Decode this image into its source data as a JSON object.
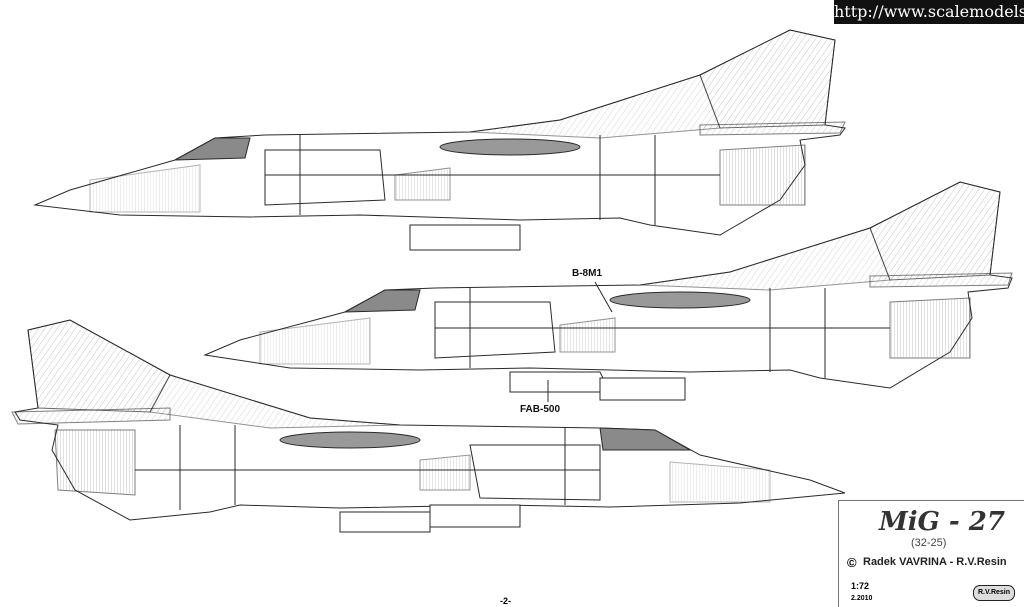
{
  "header": {
    "source_url": "http://www.scalemodels.ru"
  },
  "callouts": {
    "rack_label": "B-8M1",
    "bomb_label": "FAB-500"
  },
  "title_block": {
    "aircraft": "MiG - 27",
    "variant": "(32-25)",
    "copyright_symbol": "©",
    "authors": "Radek VAVRINA - R.V.Resin",
    "scale": "1:72",
    "date": "2.2010",
    "logo_text": "R.V.Resin"
  },
  "footer": {
    "page": "-2-"
  },
  "colors": {
    "line": "#2a2a2a",
    "canopy": "#8a8a8a",
    "radome": "#c8c8c8",
    "background": "#ffffff"
  }
}
